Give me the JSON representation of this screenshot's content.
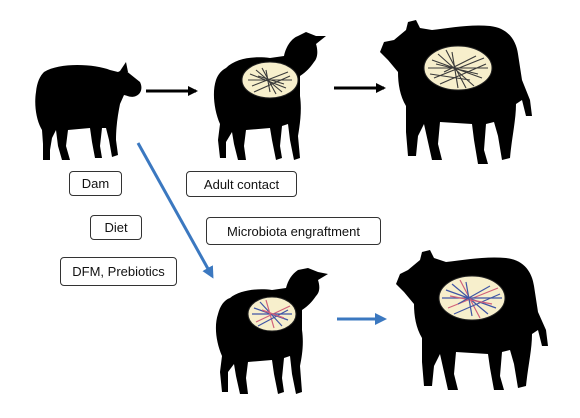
{
  "labels": {
    "dam": "Dam",
    "diet": "Diet",
    "dfm_prebiotics": "DFM, Prebiotics",
    "adult_contact": "Adult contact",
    "microbiota_engraftment": "Microbiota engraftment"
  },
  "colors": {
    "silhouette": "#000000",
    "black_arrow": "#000000",
    "blue_arrow": "#3b78c0",
    "rumen_fill": "#f7efcc",
    "microbe_dark": "#3a3a3a",
    "microbe_blue": "#3f55a5",
    "microbe_pink": "#d0607a"
  }
}
